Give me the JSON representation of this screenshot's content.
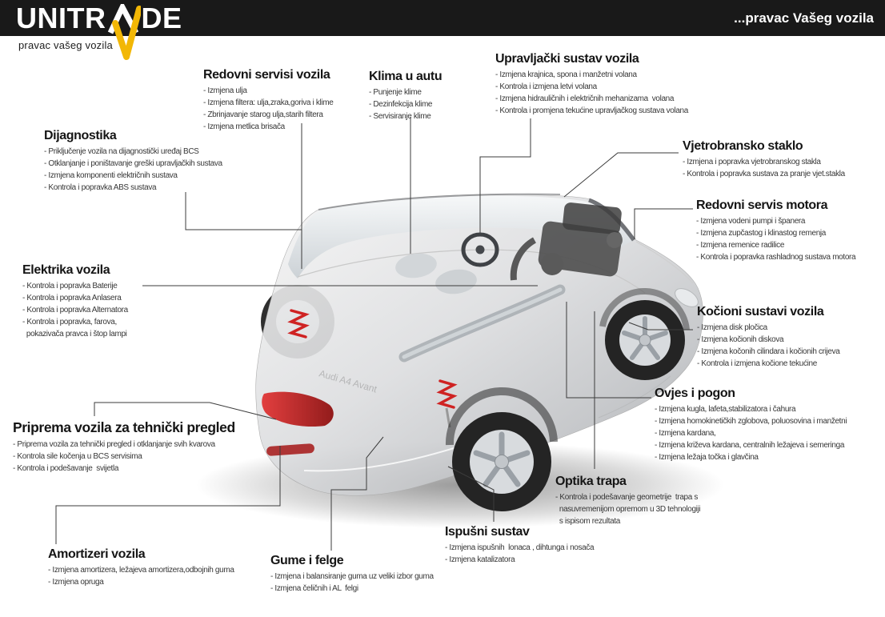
{
  "header": {
    "brand_part1": "UNITR",
    "brand_part2": "DE",
    "tagline": "pravac vašeg vozila",
    "slogan": "...pravac Vašeg vozila",
    "colors": {
      "bar": "#191919",
      "accent_yellow": "#f2b705"
    }
  },
  "car": {
    "badge": "Audi A4 Avant"
  },
  "sections": {
    "redovni_servisi": {
      "title": "Redovni servisi vozila",
      "items": [
        "- Izmjena ulja",
        "- Izmjena filtera: ulja,zraka,goriva i klime",
        "- Zbrinjavanje starog ulja,starih filtera",
        "- Izmjena metlica brisača"
      ]
    },
    "klima": {
      "title": "Klima u autu",
      "items": [
        "- Punjenje klime",
        "- Dezinfekcija klime",
        "- Servisiranje klime"
      ]
    },
    "upravljacki": {
      "title": "Upravljački sustav vozila",
      "items": [
        "- Izmjena krajnica, spona i manžetni volana",
        "- Kontrola i izmjena letvi volana",
        "- Izmjena hidrauličnih i električnih mehanizama  volana",
        "- Kontrola i promjena tekućine upravljačkog sustava volana"
      ]
    },
    "dijagnostika": {
      "title": "Dijagnostika",
      "items": [
        "- Priključenje vozila na dijagnostički uređaj BCS",
        "- Otklanjanje i poništavanje greški upravljačkih sustava",
        "- Izmjena komponenti električnih sustava",
        "- Kontrola i popravka ABS sustava"
      ]
    },
    "vjetrobransko": {
      "title": "Vjetrobransko staklo",
      "items": [
        "- Izmjena i popravka vjetrobranskog stakla",
        "- Kontrola i popravka sustava za pranje vjet.stakla"
      ]
    },
    "servis_motora": {
      "title": "Redovni servis motora",
      "items": [
        "- Izmjena vodeni pumpi i španera",
        "- Izmjena zupčastog i klinastog remenja",
        "- Izmjena remenice radilice",
        "- Kontrola i popravka rashladnog sustava motora"
      ]
    },
    "elektrika": {
      "title": "Elektrika vozila",
      "items": [
        "- Kontrola i popravka Baterije",
        "- Kontrola i popravka Anlasera",
        "- Kontrola i popravka Alternatora",
        "- Kontrola i popravka, farova,",
        "  pokazivača pravca i štop lampi"
      ]
    },
    "kocioni": {
      "title": "Kočioni sustavi vozila",
      "items": [
        "- Izmjena disk pločica",
        "- Izmjena kočionih diskova",
        "- Izmjena kočonih cilindara i kočionih crijeva",
        "- Kontrola i izmjena kočione tekućine"
      ]
    },
    "ovjes": {
      "title": "Ovjes i pogon",
      "items": [
        "- Izmjena kugla, lafeta,stabilizatora i čahura",
        "- Izmjena homokinetičkih zglobova, poluosovina i manžetni",
        "- Izmjena kardana,",
        "- Izmjena križeva kardana, centralnih ležajeva i semeringa",
        "- Izmjena ležaja točka i glavčina"
      ]
    },
    "priprema": {
      "title": "Priprema vozila za tehnički pregled",
      "items": [
        "- Priprema vozila za tehnički pregled i otklanjanje svih kvarova",
        "- Kontrola sile kočenja u BCS servisima",
        "- Kontrola i podešavanje  svijetla"
      ]
    },
    "optika": {
      "title": "Optika trapa",
      "items": [
        "- Kontrola i podešavanje geometrije  trapa s",
        "  nasuvremenijom opremom u 3D tehnologiji",
        "  s ispisom rezultata"
      ]
    },
    "ispusni": {
      "title": "Ispušni sustav",
      "items": [
        "- Izmjena ispušnih  lonaca , dihtunga i nosača",
        "- Izmjena katalizatora"
      ]
    },
    "amortizeri": {
      "title": "Amortizeri vozila",
      "items": [
        "- Izmjena amortizera, ležajeva amortizera,odbojnih guma",
        "- Izmjena opruga"
      ]
    },
    "gume": {
      "title": "Gume i felge",
      "items": [
        "- Izmjena i balansiranje guma uz veliki izbor guma",
        "- Izmjena čeličnih i AL  felgi"
      ]
    }
  }
}
